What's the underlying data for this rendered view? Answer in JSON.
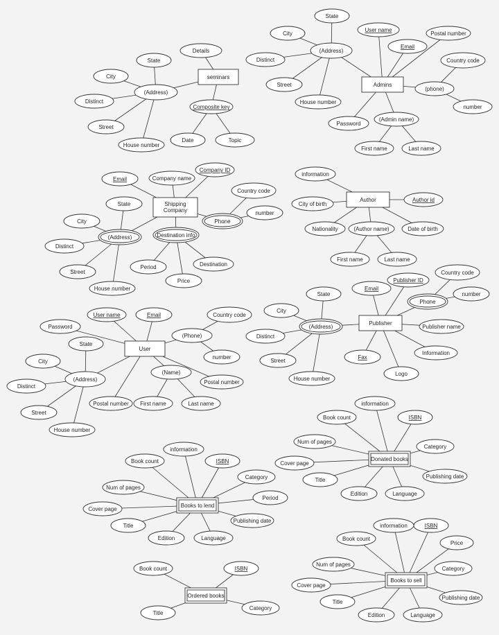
{
  "diagram": {
    "nodes": [
      {
        "id": "seminars",
        "kind": "entity",
        "label": "seminars"
      },
      {
        "id": "sem_details",
        "kind": "attr",
        "label": "Details"
      },
      {
        "id": "sem_ck",
        "kind": "attr",
        "label": "Composite key",
        "key": true
      },
      {
        "id": "sem_date",
        "kind": "attr",
        "label": "Date"
      },
      {
        "id": "sem_topic",
        "kind": "attr",
        "label": "Topic"
      },
      {
        "id": "sem_addr",
        "kind": "attr",
        "label": "(Address)"
      },
      {
        "id": "sem_state",
        "kind": "attr",
        "label": "State"
      },
      {
        "id": "sem_city",
        "kind": "attr",
        "label": "City"
      },
      {
        "id": "sem_distinct",
        "kind": "attr",
        "label": "Distinct"
      },
      {
        "id": "sem_street",
        "kind": "attr",
        "label": "Street"
      },
      {
        "id": "sem_house",
        "kind": "attr",
        "label": "House number"
      },
      {
        "id": "admins",
        "kind": "entity",
        "label": "Admins"
      },
      {
        "id": "adm_user",
        "kind": "attr",
        "label": "User name",
        "key": true
      },
      {
        "id": "adm_email",
        "kind": "attr",
        "label": "Email",
        "key": true
      },
      {
        "id": "adm_postal",
        "kind": "attr",
        "label": "Postal number"
      },
      {
        "id": "adm_phone",
        "kind": "attr",
        "label": "(phone)"
      },
      {
        "id": "adm_cc",
        "kind": "attr",
        "label": "Country code"
      },
      {
        "id": "adm_num",
        "kind": "attr",
        "label": "number"
      },
      {
        "id": "adm_pass",
        "kind": "attr",
        "label": "Password"
      },
      {
        "id": "adm_name",
        "kind": "attr",
        "label": "(Admin name)"
      },
      {
        "id": "adm_first",
        "kind": "attr",
        "label": "First name"
      },
      {
        "id": "adm_last",
        "kind": "attr",
        "label": "Last name"
      },
      {
        "id": "adm_addr",
        "kind": "attr",
        "label": "(Address)"
      },
      {
        "id": "adm_state",
        "kind": "attr",
        "label": "State"
      },
      {
        "id": "adm_city",
        "kind": "attr",
        "label": "City"
      },
      {
        "id": "adm_distinct",
        "kind": "attr",
        "label": "Distinct"
      },
      {
        "id": "adm_street",
        "kind": "attr",
        "label": "Street"
      },
      {
        "id": "adm_house",
        "kind": "attr",
        "label": "House number"
      },
      {
        "id": "ship",
        "kind": "entity",
        "label": "Shipping|Company"
      },
      {
        "id": "sh_email",
        "kind": "attr",
        "label": "Email",
        "key": true
      },
      {
        "id": "sh_cname",
        "kind": "attr",
        "label": "Company name"
      },
      {
        "id": "sh_cid",
        "kind": "attr",
        "label": "Company ID",
        "key": true
      },
      {
        "id": "sh_phone",
        "kind": "attr",
        "label": "Phone",
        "multi": true
      },
      {
        "id": "sh_cc",
        "kind": "attr",
        "label": "Country code"
      },
      {
        "id": "sh_num",
        "kind": "attr",
        "label": "number"
      },
      {
        "id": "sh_dest",
        "kind": "attr",
        "label": "Destination info",
        "multi": true
      },
      {
        "id": "sh_period",
        "kind": "attr",
        "label": "Period"
      },
      {
        "id": "sh_price",
        "kind": "attr",
        "label": "Price"
      },
      {
        "id": "sh_destination",
        "kind": "attr",
        "label": "Destination"
      },
      {
        "id": "sh_addr",
        "kind": "attr",
        "label": "(Address)",
        "multi": true
      },
      {
        "id": "sh_state",
        "kind": "attr",
        "label": "State"
      },
      {
        "id": "sh_city",
        "kind": "attr",
        "label": "City"
      },
      {
        "id": "sh_distinct",
        "kind": "attr",
        "label": "Distinct"
      },
      {
        "id": "sh_street",
        "kind": "attr",
        "label": "Street"
      },
      {
        "id": "sh_house",
        "kind": "attr",
        "label": "House number"
      },
      {
        "id": "author",
        "kind": "entity",
        "label": "Author"
      },
      {
        "id": "au_info",
        "kind": "attr",
        "label": "information"
      },
      {
        "id": "au_id",
        "kind": "attr",
        "label": "Author id",
        "key": true
      },
      {
        "id": "au_city",
        "kind": "attr",
        "label": "City of birth"
      },
      {
        "id": "au_nat",
        "kind": "attr",
        "label": "Nationality"
      },
      {
        "id": "au_name",
        "kind": "attr",
        "label": "(Author name)"
      },
      {
        "id": "au_dob",
        "kind": "attr",
        "label": "Date of birth"
      },
      {
        "id": "au_first",
        "kind": "attr",
        "label": "First name"
      },
      {
        "id": "au_last",
        "kind": "attr",
        "label": "Last name"
      },
      {
        "id": "publisher",
        "kind": "entity",
        "label": "Publisher"
      },
      {
        "id": "pb_email",
        "kind": "attr",
        "label": "Email",
        "key": true
      },
      {
        "id": "pb_id",
        "kind": "attr",
        "label": "Publisher  ID",
        "key": true
      },
      {
        "id": "pb_phone",
        "kind": "attr",
        "label": "Phone",
        "multi": true
      },
      {
        "id": "pb_cc",
        "kind": "attr",
        "label": "Country code"
      },
      {
        "id": "pb_num",
        "kind": "attr",
        "label": "number"
      },
      {
        "id": "pb_name",
        "kind": "attr",
        "label": "Publisher name"
      },
      {
        "id": "pb_info",
        "kind": "attr",
        "label": "Information"
      },
      {
        "id": "pb_logo",
        "kind": "attr",
        "label": "Logo"
      },
      {
        "id": "pb_fax",
        "kind": "attr",
        "label": "Fax",
        "key": true
      },
      {
        "id": "pb_addr",
        "kind": "attr",
        "label": "(Address)",
        "multi": true
      },
      {
        "id": "pb_state",
        "kind": "attr",
        "label": "State"
      },
      {
        "id": "pb_city",
        "kind": "attr",
        "label": "City"
      },
      {
        "id": "pb_distinct",
        "kind": "attr",
        "label": "Distinct"
      },
      {
        "id": "pb_street",
        "kind": "attr",
        "label": "Street"
      },
      {
        "id": "pb_house",
        "kind": "attr",
        "label": "House number"
      },
      {
        "id": "user",
        "kind": "entity",
        "label": "User"
      },
      {
        "id": "us_user",
        "kind": "attr",
        "label": "User name",
        "key": true
      },
      {
        "id": "us_email",
        "kind": "attr",
        "label": "Email",
        "key": true
      },
      {
        "id": "us_pass",
        "kind": "attr",
        "label": "Password"
      },
      {
        "id": "us_phone",
        "kind": "attr",
        "label": "(Phone)"
      },
      {
        "id": "us_cc",
        "kind": "attr",
        "label": "Country code"
      },
      {
        "id": "us_num",
        "kind": "attr",
        "label": "number"
      },
      {
        "id": "us_name",
        "kind": "attr",
        "label": "(Name)"
      },
      {
        "id": "us_postal2",
        "kind": "attr",
        "label": "Postal number"
      },
      {
        "id": "us_first",
        "kind": "attr",
        "label": "First name"
      },
      {
        "id": "us_last",
        "kind": "attr",
        "label": "Last name"
      },
      {
        "id": "us_postal",
        "kind": "attr",
        "label": "Postal number"
      },
      {
        "id": "us_addr",
        "kind": "attr",
        "label": "(Address)"
      },
      {
        "id": "us_state",
        "kind": "attr",
        "label": "State"
      },
      {
        "id": "us_city",
        "kind": "attr",
        "label": "City"
      },
      {
        "id": "us_distinct",
        "kind": "attr",
        "label": "Distinct"
      },
      {
        "id": "us_street",
        "kind": "attr",
        "label": "Street"
      },
      {
        "id": "us_house",
        "kind": "attr",
        "label": "House number"
      },
      {
        "id": "donated",
        "kind": "weak",
        "label": "Donated books"
      },
      {
        "id": "dn_info",
        "kind": "attr",
        "label": "information"
      },
      {
        "id": "dn_count",
        "kind": "attr",
        "label": "Book count"
      },
      {
        "id": "dn_isbn",
        "kind": "attr",
        "label": "ISBN",
        "key": true
      },
      {
        "id": "dn_pages",
        "kind": "attr",
        "label": "Num of pages"
      },
      {
        "id": "dn_cat",
        "kind": "attr",
        "label": "Category"
      },
      {
        "id": "dn_cover",
        "kind": "attr",
        "label": "Cover page"
      },
      {
        "id": "dn_pub",
        "kind": "attr",
        "label": "Publishing date"
      },
      {
        "id": "dn_title",
        "kind": "attr",
        "label": "Title"
      },
      {
        "id": "dn_edition",
        "kind": "attr",
        "label": "Edition"
      },
      {
        "id": "dn_lang",
        "kind": "attr",
        "label": "Language"
      },
      {
        "id": "lend",
        "kind": "weak",
        "label": "Books to lend"
      },
      {
        "id": "ld_info",
        "kind": "attr",
        "label": "information"
      },
      {
        "id": "ld_count",
        "kind": "attr",
        "label": "Book count"
      },
      {
        "id": "ld_isbn",
        "kind": "attr",
        "label": "ISBN",
        "key": true
      },
      {
        "id": "ld_cat",
        "kind": "attr",
        "label": "Category"
      },
      {
        "id": "ld_pages",
        "kind": "attr",
        "label": "Num of pages"
      },
      {
        "id": "ld_period",
        "kind": "attr",
        "label": "Period"
      },
      {
        "id": "ld_cover",
        "kind": "attr",
        "label": "Cover page"
      },
      {
        "id": "ld_pub",
        "kind": "attr",
        "label": "Publishing date"
      },
      {
        "id": "ld_title",
        "kind": "attr",
        "label": "Title"
      },
      {
        "id": "ld_edition",
        "kind": "attr",
        "label": "Edition"
      },
      {
        "id": "ld_lang",
        "kind": "attr",
        "label": "Language"
      },
      {
        "id": "sell",
        "kind": "weak",
        "label": "Books to sell"
      },
      {
        "id": "sl_info",
        "kind": "attr",
        "label": "information"
      },
      {
        "id": "sl_isbn",
        "kind": "attr",
        "label": "ISBN",
        "key": true
      },
      {
        "id": "sl_count",
        "kind": "attr",
        "label": "Book count"
      },
      {
        "id": "sl_price",
        "kind": "attr",
        "label": "Price"
      },
      {
        "id": "sl_pages",
        "kind": "attr",
        "label": "Num of pages"
      },
      {
        "id": "sl_cat",
        "kind": "attr",
        "label": "Category"
      },
      {
        "id": "sl_cover",
        "kind": "attr",
        "label": "Cover page"
      },
      {
        "id": "sl_pub",
        "kind": "attr",
        "label": "Publishing date"
      },
      {
        "id": "sl_title",
        "kind": "attr",
        "label": "Title"
      },
      {
        "id": "sl_edition",
        "kind": "attr",
        "label": "Edition"
      },
      {
        "id": "sl_lang",
        "kind": "attr",
        "label": "Language"
      },
      {
        "id": "ordered",
        "kind": "weak",
        "label": "Ordered books"
      },
      {
        "id": "or_count",
        "kind": "attr",
        "label": "Book count"
      },
      {
        "id": "or_isbn",
        "kind": "attr",
        "label": "ISBN",
        "key": true
      },
      {
        "id": "or_title",
        "kind": "attr",
        "label": "Title"
      },
      {
        "id": "or_cat",
        "kind": "attr",
        "label": "Category"
      }
    ],
    "edges": [
      [
        "seminars",
        "sem_details"
      ],
      [
        "seminars",
        "sem_ck"
      ],
      [
        "sem_ck",
        "sem_date"
      ],
      [
        "sem_ck",
        "sem_topic"
      ],
      [
        "seminars",
        "sem_addr"
      ],
      [
        "sem_addr",
        "sem_state"
      ],
      [
        "sem_addr",
        "sem_city"
      ],
      [
        "sem_addr",
        "sem_distinct"
      ],
      [
        "sem_addr",
        "sem_street"
      ],
      [
        "sem_addr",
        "sem_house"
      ],
      [
        "admins",
        "adm_user"
      ],
      [
        "admins",
        "adm_email"
      ],
      [
        "admins",
        "adm_postal"
      ],
      [
        "admins",
        "adm_phone"
      ],
      [
        "adm_phone",
        "adm_cc"
      ],
      [
        "adm_phone",
        "adm_num"
      ],
      [
        "admins",
        "adm_pass"
      ],
      [
        "admins",
        "adm_name"
      ],
      [
        "adm_name",
        "adm_first"
      ],
      [
        "adm_name",
        "adm_last"
      ],
      [
        "admins",
        "adm_addr"
      ],
      [
        "adm_addr",
        "adm_state"
      ],
      [
        "adm_addr",
        "adm_city"
      ],
      [
        "adm_addr",
        "adm_distinct"
      ],
      [
        "adm_addr",
        "adm_street"
      ],
      [
        "adm_addr",
        "adm_house"
      ],
      [
        "ship",
        "sh_email"
      ],
      [
        "ship",
        "sh_cname"
      ],
      [
        "ship",
        "sh_cid"
      ],
      [
        "ship",
        "sh_phone"
      ],
      [
        "sh_phone",
        "sh_cc"
      ],
      [
        "sh_phone",
        "sh_num"
      ],
      [
        "ship",
        "sh_dest"
      ],
      [
        "sh_dest",
        "sh_period"
      ],
      [
        "sh_dest",
        "sh_price"
      ],
      [
        "sh_dest",
        "sh_destination"
      ],
      [
        "ship",
        "sh_addr"
      ],
      [
        "sh_addr",
        "sh_state"
      ],
      [
        "sh_addr",
        "sh_city"
      ],
      [
        "sh_addr",
        "sh_distinct"
      ],
      [
        "sh_addr",
        "sh_street"
      ],
      [
        "sh_addr",
        "sh_house"
      ],
      [
        "author",
        "au_info"
      ],
      [
        "author",
        "au_id"
      ],
      [
        "author",
        "au_city"
      ],
      [
        "author",
        "au_nat"
      ],
      [
        "author",
        "au_name"
      ],
      [
        "author",
        "au_dob"
      ],
      [
        "au_name",
        "au_first"
      ],
      [
        "au_name",
        "au_last"
      ],
      [
        "publisher",
        "pb_email"
      ],
      [
        "publisher",
        "pb_id"
      ],
      [
        "publisher",
        "pb_phone"
      ],
      [
        "pb_phone",
        "pb_cc"
      ],
      [
        "pb_phone",
        "pb_num"
      ],
      [
        "publisher",
        "pb_name"
      ],
      [
        "publisher",
        "pb_info"
      ],
      [
        "publisher",
        "pb_logo"
      ],
      [
        "publisher",
        "pb_fax"
      ],
      [
        "publisher",
        "pb_addr"
      ],
      [
        "pb_addr",
        "pb_state"
      ],
      [
        "pb_addr",
        "pb_city"
      ],
      [
        "pb_addr",
        "pb_distinct"
      ],
      [
        "pb_addr",
        "pb_street"
      ],
      [
        "pb_addr",
        "pb_house"
      ],
      [
        "user",
        "us_user"
      ],
      [
        "user",
        "us_email"
      ],
      [
        "user",
        "us_pass"
      ],
      [
        "user",
        "us_phone"
      ],
      [
        "us_phone",
        "us_cc"
      ],
      [
        "us_phone",
        "us_num"
      ],
      [
        "user",
        "us_name"
      ],
      [
        "us_name",
        "us_first"
      ],
      [
        "us_name",
        "us_last"
      ],
      [
        "user",
        "us_postal2"
      ],
      [
        "user",
        "us_postal"
      ],
      [
        "user",
        "us_addr"
      ],
      [
        "us_addr",
        "us_state"
      ],
      [
        "us_addr",
        "us_city"
      ],
      [
        "us_addr",
        "us_distinct"
      ],
      [
        "us_addr",
        "us_street"
      ],
      [
        "us_addr",
        "us_house"
      ],
      [
        "donated",
        "dn_info"
      ],
      [
        "donated",
        "dn_count"
      ],
      [
        "donated",
        "dn_isbn"
      ],
      [
        "donated",
        "dn_pages"
      ],
      [
        "donated",
        "dn_cat"
      ],
      [
        "donated",
        "dn_cover"
      ],
      [
        "donated",
        "dn_pub"
      ],
      [
        "donated",
        "dn_title"
      ],
      [
        "donated",
        "dn_edition"
      ],
      [
        "donated",
        "dn_lang"
      ],
      [
        "lend",
        "ld_info"
      ],
      [
        "lend",
        "ld_count"
      ],
      [
        "lend",
        "ld_isbn"
      ],
      [
        "lend",
        "ld_cat"
      ],
      [
        "lend",
        "ld_pages"
      ],
      [
        "lend",
        "ld_period"
      ],
      [
        "lend",
        "ld_cover"
      ],
      [
        "lend",
        "ld_pub"
      ],
      [
        "lend",
        "ld_title"
      ],
      [
        "lend",
        "ld_edition"
      ],
      [
        "lend",
        "ld_lang"
      ],
      [
        "sell",
        "sl_info"
      ],
      [
        "sell",
        "sl_isbn"
      ],
      [
        "sell",
        "sl_count"
      ],
      [
        "sell",
        "sl_price"
      ],
      [
        "sell",
        "sl_pages"
      ],
      [
        "sell",
        "sl_cat"
      ],
      [
        "sell",
        "sl_cover"
      ],
      [
        "sell",
        "sl_pub"
      ],
      [
        "sell",
        "sl_title"
      ],
      [
        "sell",
        "sl_edition"
      ],
      [
        "sell",
        "sl_lang"
      ],
      [
        "ordered",
        "or_count"
      ],
      [
        "ordered",
        "or_isbn"
      ],
      [
        "ordered",
        "or_title"
      ],
      [
        "ordered",
        "or_cat"
      ]
    ]
  }
}
